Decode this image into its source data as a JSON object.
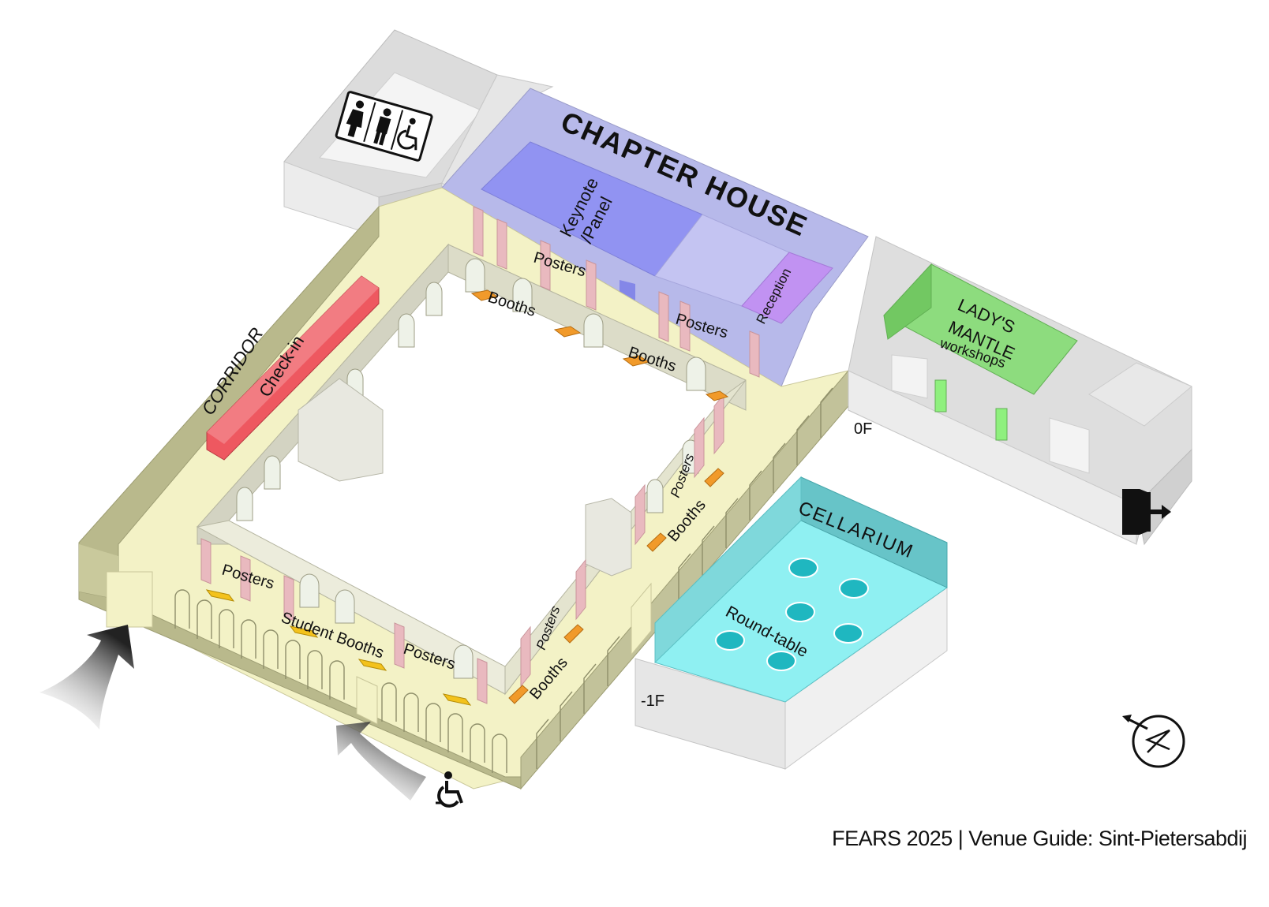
{
  "labels": {
    "chapter_house": "CHAPTER HOUSE",
    "keynote_line1": "Keynote",
    "keynote_line2": "/Panel",
    "reception": "Reception",
    "posters": "Posters",
    "booths": "Booths",
    "student_booths": "Student Booths",
    "corridor": "CORRIDOR",
    "check_in": "Check-in",
    "ladys_mantle_line1": "LADY'S",
    "ladys_mantle_line2": "MANTLE",
    "workshops": "workshops",
    "cellarium": "CELLARIUM",
    "round_table": "Round-table",
    "floor_0": "0F",
    "floor_minus1": "-1F"
  },
  "icons": [
    "toilets-icon",
    "exit-icon",
    "wheelchair-entrance-icon",
    "entrance-arrow-icon",
    "compass-north-icon"
  ],
  "colors": {
    "chapter_house": "#b7b9ea",
    "keynote": "#9193f2",
    "reception": "#c192f2",
    "corridor": "#f3f2c6",
    "check_in": "#ee5860",
    "ladys_mantle": "#8ddc7e",
    "cellarium": "#8ff0f2",
    "poster_panel": "#e9b9bf",
    "booth": "#f19a2a",
    "student_booth": "#f3c21c"
  },
  "footer": {
    "text": "FEARS 2025 | Venue Guide: Sint-Pietersabdij"
  }
}
